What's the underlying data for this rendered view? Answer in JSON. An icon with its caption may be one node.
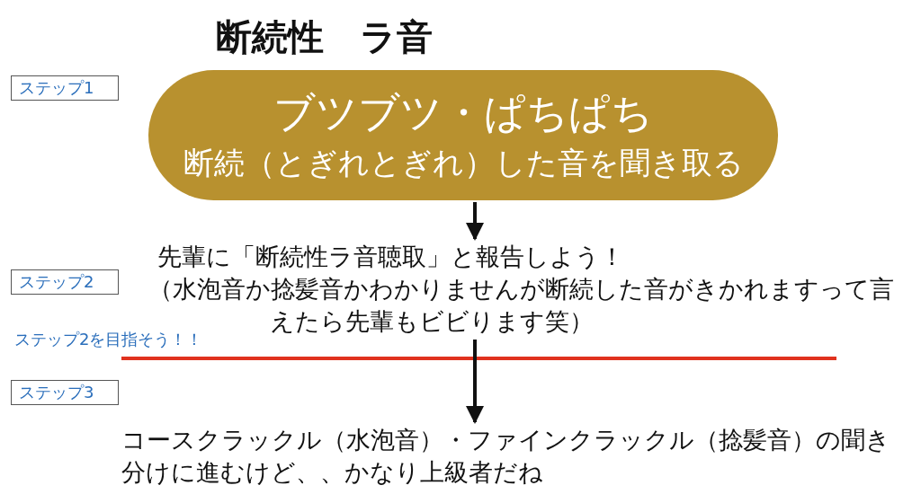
{
  "diagram": {
    "title": "断続性　ラ音",
    "nodes": [
      {
        "text": [
          "ステップ1"
        ]
      },
      {
        "text": [
          "ブツブツ・ぱちぱち",
          "断続（とぎれとぎれ）した音を聞き取る"
        ]
      },
      {
        "text": [
          "先輩に「断続性ラ音聴取」と報告しよう！",
          "（水泡音か捻髪音かわかりませんが断続した音がきかれますって言えたら先輩もビビります笑）"
        ]
      },
      {
        "text": [
          "ステップ2"
        ]
      },
      {
        "text": [
          "ステップ3"
        ]
      },
      {
        "text": [
          "コースクラックル（水泡音）・ファインクラックル（捻髪音）の聞き分けに進むけど、、かなり上級者だね"
        ]
      }
    ],
    "edges": [
      {
        "from": 1,
        "to": 2,
        "arrow": "to"
      },
      {
        "from": 2,
        "to": 5,
        "arrow": "to"
      }
    ],
    "labels": [
      "ステップ2を目指そう！！"
    ]
  }
}
